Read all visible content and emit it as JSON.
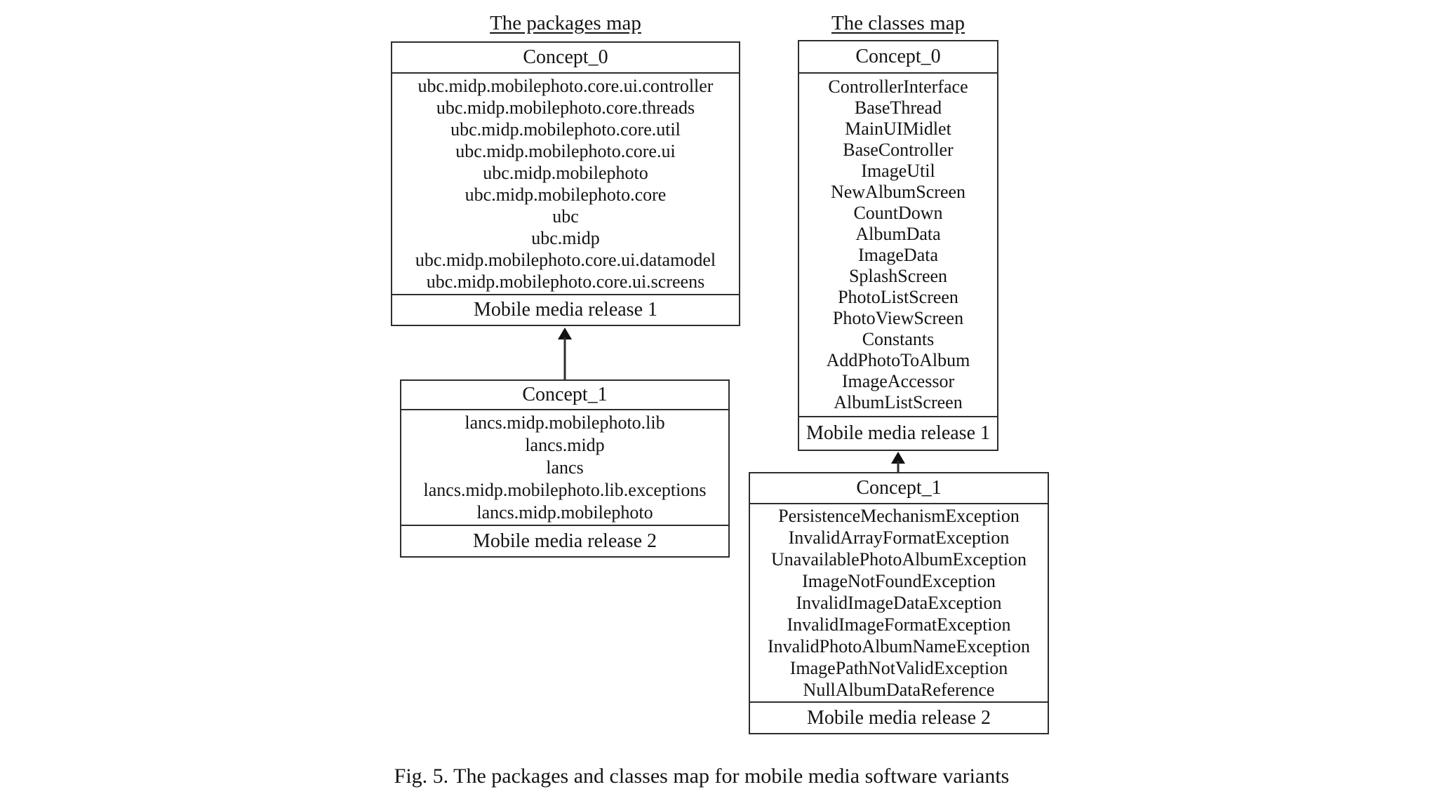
{
  "packages_map": {
    "title": "The packages map",
    "concept_0": {
      "header": "Concept_0",
      "items": [
        "ubc.midp.mobilephoto.core.ui.controller",
        "ubc.midp.mobilephoto.core.threads",
        "ubc.midp.mobilephoto.core.util",
        "ubc.midp.mobilephoto.core.ui",
        "ubc.midp.mobilephoto",
        "ubc.midp.mobilephoto.core",
        "ubc",
        "ubc.midp",
        "ubc.midp.mobilephoto.core.ui.datamodel",
        "ubc.midp.mobilephoto.core.ui.screens"
      ],
      "footer": "Mobile media release 1"
    },
    "concept_1": {
      "header": "Concept_1",
      "items": [
        "lancs.midp.mobilephoto.lib",
        "lancs.midp",
        "lancs",
        "lancs.midp.mobilephoto.lib.exceptions",
        "lancs.midp.mobilephoto"
      ],
      "footer": "Mobile media release 2"
    }
  },
  "classes_map": {
    "title": "The classes map",
    "concept_0": {
      "header": "Concept_0",
      "items": [
        "ControllerInterface",
        "BaseThread",
        "MainUIMidlet",
        "BaseController",
        "ImageUtil",
        "NewAlbumScreen",
        "CountDown",
        "AlbumData",
        "ImageData",
        "SplashScreen",
        "PhotoListScreen",
        "PhotoViewScreen",
        "Constants",
        "AddPhotoToAlbum",
        "ImageAccessor",
        "AlbumListScreen"
      ],
      "footer": "Mobile media release 1"
    },
    "concept_1": {
      "header": "Concept_1",
      "items": [
        "PersistenceMechanismException",
        "InvalidArrayFormatException",
        "UnavailablePhotoAlbumException",
        "ImageNotFoundException",
        "InvalidImageDataException",
        "InvalidImageFormatException",
        "InvalidPhotoAlbumNameException",
        "ImagePathNotValidException",
        "NullAlbumDataReference"
      ],
      "footer": "Mobile media release 2"
    }
  },
  "caption": "Fig. 5. The packages and classes map for mobile media software variants",
  "colors": {
    "background": "#ffffff",
    "text": "#141414",
    "border": "#2e2e2e"
  }
}
